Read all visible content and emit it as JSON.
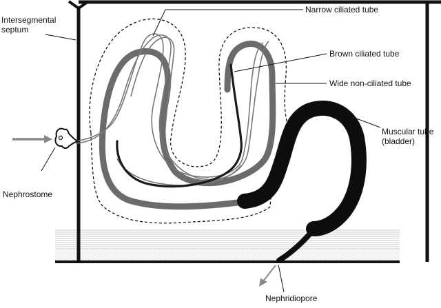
{
  "labels": {
    "septum_line1": "Intersegmental",
    "septum_line2": "septum",
    "narrow": "Narrow ciliated tube",
    "brown": "Brown ciliated tube",
    "wide": "Wide non-ciliated tube",
    "muscular_line1": "Muscular tube",
    "muscular_line2": "(bladder)",
    "nephrostome": "Nephrostome",
    "nephridiopore": "Nephridiopore"
  },
  "colors": {
    "outline": "#111111",
    "wide_tube": "#6b6b6b",
    "thin_tube": "#777777",
    "brown_tube": "#1a1a1a",
    "bladder": "#0d0d0d",
    "arrow": "#888888"
  }
}
